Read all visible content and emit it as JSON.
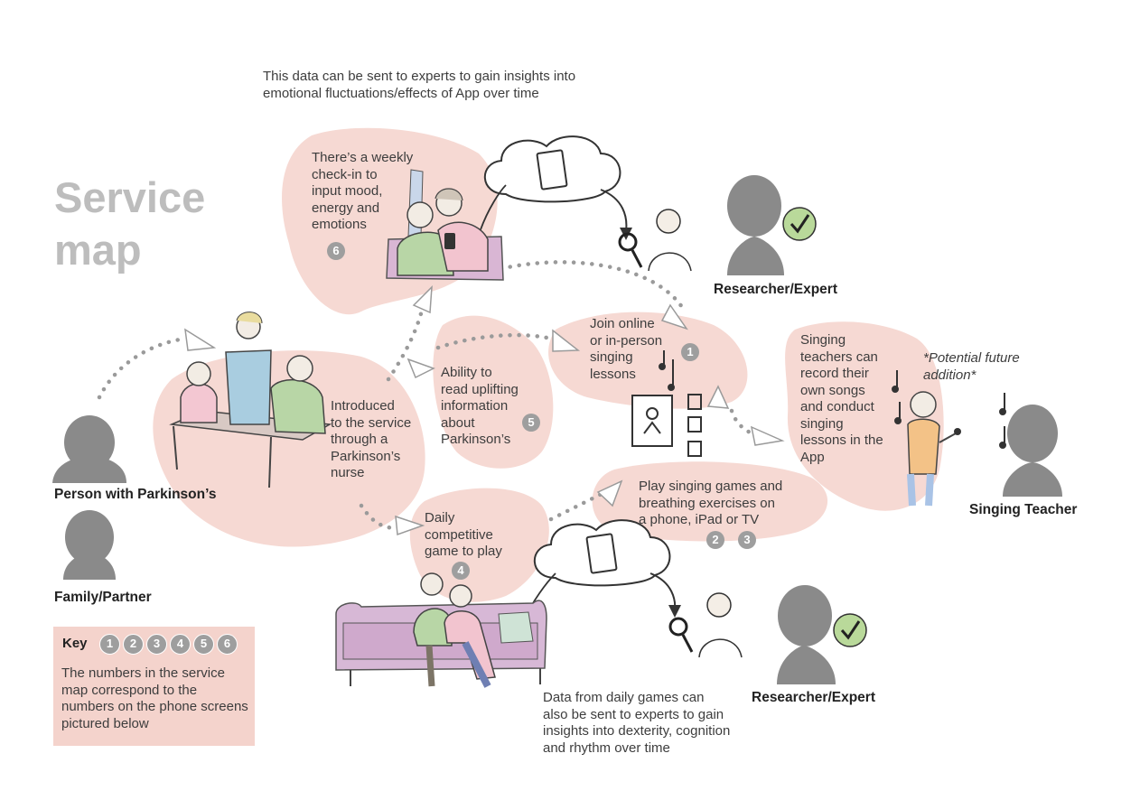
{
  "title": "Service\nmap",
  "texts": {
    "data_top": "This data can be sent to experts to gain insights into\nemotional fluctuations/effects of App over time",
    "weekly": "There’s a weekly\ncheck-in to\ninput mood,\nenergy and\nemotions",
    "join": "Join online\nor in-person\nsinging\nlessons",
    "teachers": "Singing\nteachers can\nrecord their\nown songs\nand conduct\nsinging\nlessons in the\nApp",
    "potential": "*Potential future\naddition*",
    "ability": "Ability to\nread uplifting\ninformation\nabout\nParkinson’s",
    "introduced": "Introduced\nto the service\nthrough a\nParkinson’s\nnurse",
    "play": "Play singing games and\nbreathing exercises on\na phone, iPad or TV",
    "daily": "Daily\ncompetitive\ngame to play",
    "data_bottom": "Data from daily games can\nalso be sent to experts to gain\ninsights into dexterity, cognition\nand rhythm over time"
  },
  "labels": {
    "researcher_top": "Researcher/Expert",
    "researcher_bottom": "Researcher/Expert",
    "singing_teacher": "Singing Teacher",
    "person": "Person with Parkinson’s",
    "family": "Family/Partner"
  },
  "badges": {
    "b1": "1",
    "b2": "2",
    "b3": "3",
    "b4": "4",
    "b5": "5",
    "b6": "6"
  },
  "key": {
    "title": "Key",
    "numbers": [
      "1",
      "2",
      "3",
      "4",
      "5",
      "6"
    ],
    "text": "The numbers in the service map correspond to the numbers on the phone screens pictured below"
  },
  "colors": {
    "blob": "#f6d9d3",
    "silhouette": "#8a8a8a",
    "badge": "#9e9e9e",
    "sofa": "#d7b8d6",
    "check_green": "#b9d99a",
    "dots": "#9a9a9a"
  },
  "icons": [
    "cloud-phone-icon",
    "magnifier-icon",
    "check-icon",
    "music-notes-icon",
    "video-call-icon"
  ]
}
